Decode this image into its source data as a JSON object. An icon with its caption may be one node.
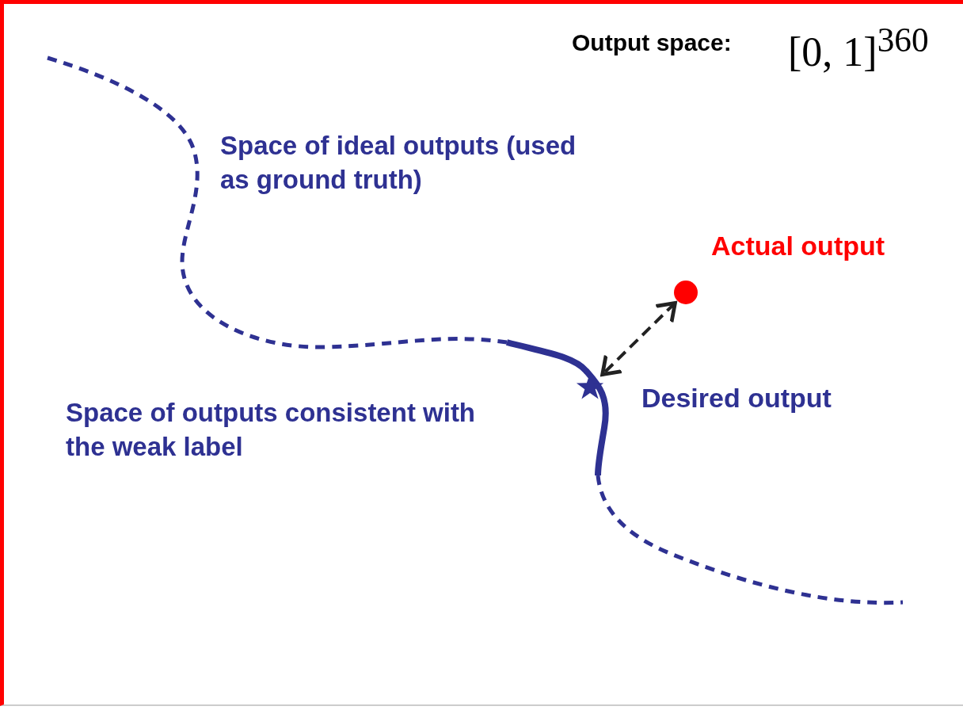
{
  "diagram": {
    "nodes": [
      {
        "text": [],
        "shape": "circle",
        "beside": [
          "Actual output"
        ]
      },
      {
        "text": [],
        "shape": "star",
        "beside": [
          "Desired output"
        ]
      }
    ],
    "edges": [
      {
        "from": 0,
        "to": 1,
        "arrow": "both",
        "style": "dashed"
      }
    ],
    "labels": [
      "Output space:",
      "[0, 1]$^{360}$",
      "Space of ideal outputs (used as ground truth)",
      "Space of outputs consistent with the weak label"
    ]
  }
}
